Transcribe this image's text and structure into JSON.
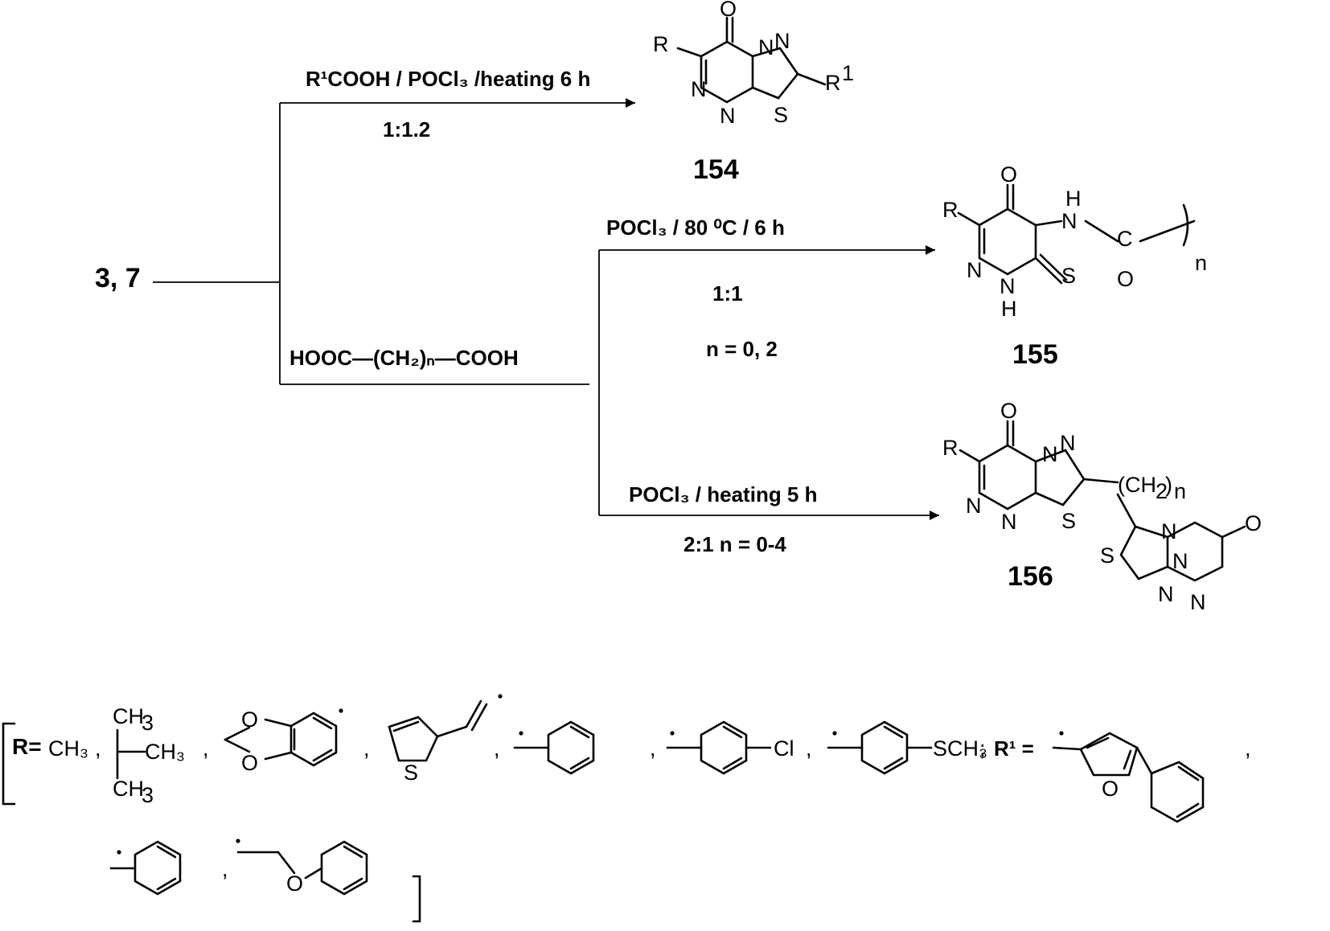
{
  "starting_material": "3, 7",
  "reagents": {
    "top_condition": "R¹COOH / POCl₃ /heating 6 h",
    "top_ratio": "1:1.2",
    "diacid": "HOOC—(CH₂)ₙ—COOH",
    "mid_condition": "POCl₃ / 80 ⁰C / 6 h",
    "mid_ratio": "1:1",
    "mid_n": "n = 0, 2",
    "bottom_condition": "POCl₃ / heating 5 h",
    "bottom_ratio": "2:1   n = 0-4"
  },
  "compounds": {
    "c154": "154",
    "c155": "155",
    "c156": "156"
  },
  "substituents": {
    "r_label": "R=",
    "r1_label": "R¹ =",
    "methyl": "CH₃",
    "tbu_ch3": "CH₃",
    "thioether": "SCH₃",
    "chloro": "Cl"
  }
}
